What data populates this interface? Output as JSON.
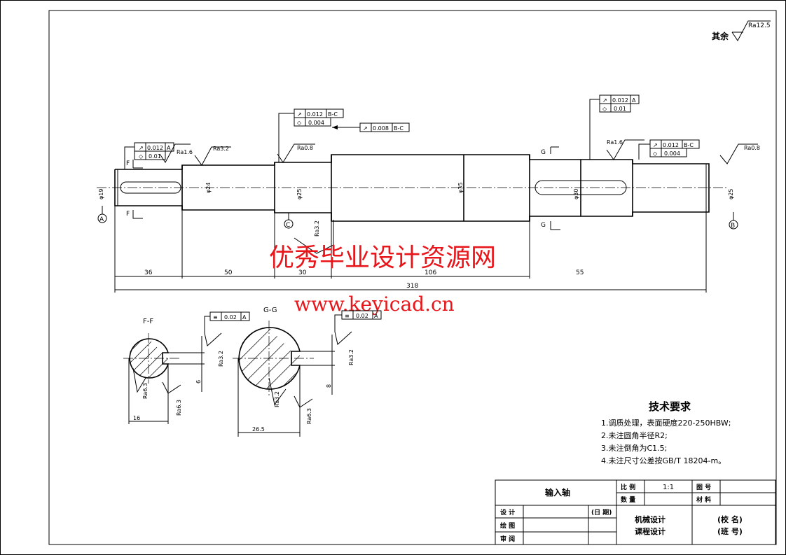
{
  "drawing": {
    "title": "输入轴",
    "surface_default": {
      "prefix": "其余",
      "value": "Ra12.5"
    },
    "watermark": {
      "line1": "优秀毕业设计资源网",
      "line2": "www.keyicad.cn"
    },
    "roughness": {
      "ra16_left": "Ra1.6",
      "ra32_top": "Ra3.2",
      "ra08_mid": "Ra0.8",
      "ra32_lower": "Ra3.2",
      "ra16_right": "Ra1.6",
      "ra08_right": "Ra0.8"
    },
    "tolerance": {
      "left_runout": "0.012",
      "left_runout_datum": "A",
      "left_cyl": "0.01",
      "mid_runout": "0.012",
      "mid_runout_datum": "B-C",
      "mid_cyl": "0.004",
      "mid_runout2": "0.008",
      "mid_runout2_datum": "B-C",
      "right_top_runout": "0.012",
      "right_top_datum": "A",
      "right_top_cyl": "0.01",
      "right_runout": "0.012",
      "right_runout_datum": "B-C",
      "right_cyl": "0.004",
      "sec1_sym": "0.02",
      "sec1_datum": "A",
      "sec2_sym": "0.02",
      "sec2_datum": "A"
    },
    "dimensions": {
      "d36": "36",
      "d50": "50",
      "d30": "30",
      "d106": "106",
      "d55": "55",
      "d318": "318",
      "dia_left": "φ19",
      "dia_24": "φ24",
      "dia_25a": "φ25",
      "dia_35": "φ35",
      "dia_30": "φ30",
      "dia_25b": "φ25",
      "sec1_depth": "16",
      "sec1_width": "6",
      "sec2_depth": "26.5",
      "sec2_width": "8"
    },
    "datums": {
      "a": "A",
      "b": "B",
      "c": "C"
    },
    "sections": {
      "f_label": "F",
      "g_label": "G",
      "ff_title": "F-F",
      "gg_title": "G-G",
      "ra32": "Ra3.2",
      "ra63": "Ra6.3"
    }
  },
  "requirements": {
    "title": "技术要求",
    "items": [
      "1.调质处理，表面硬度220-250HBW;",
      "2.未注圆角半径R2;",
      "3.未注倒角为C1.5;",
      "4.未注尺寸公差按GB/T 18204-m。"
    ]
  },
  "title_block": {
    "part_name": "输入轴",
    "scale_label": "比 例",
    "scale_value": "1:1",
    "drawing_no_label": "图 号",
    "qty_label": "数 量",
    "material_label": "材 料",
    "design_label": "设 计",
    "date_label": "(日 期)",
    "draw_label": "绘 图",
    "review_label": "审 阅",
    "course_line1": "机械设计",
    "course_line2": "课程设计",
    "school_label": "(校 名)",
    "class_label": "(班 号)"
  }
}
